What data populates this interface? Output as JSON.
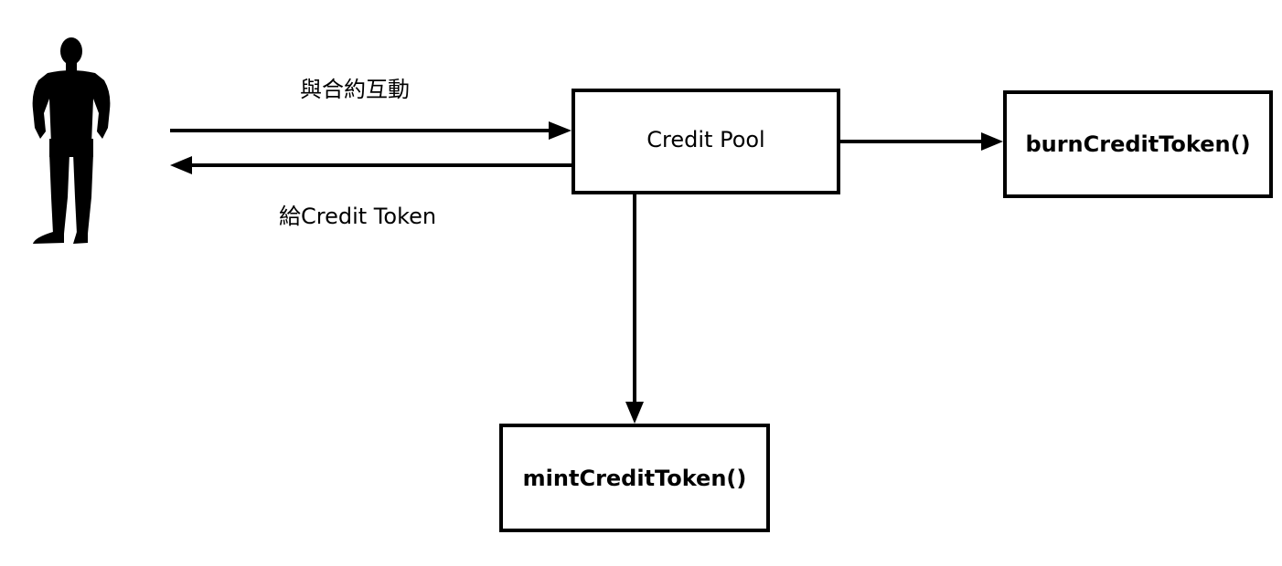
{
  "labels": {
    "interact": "與合約互動",
    "give_token": "給Credit Token"
  },
  "boxes": {
    "credit_pool": "Credit Pool",
    "burn": "burnCreditToken()",
    "mint": "mintCreditToken()"
  },
  "icons": {
    "actor": "person-silhouette-icon"
  },
  "colors": {
    "stroke": "#000000",
    "background": "#ffffff"
  }
}
